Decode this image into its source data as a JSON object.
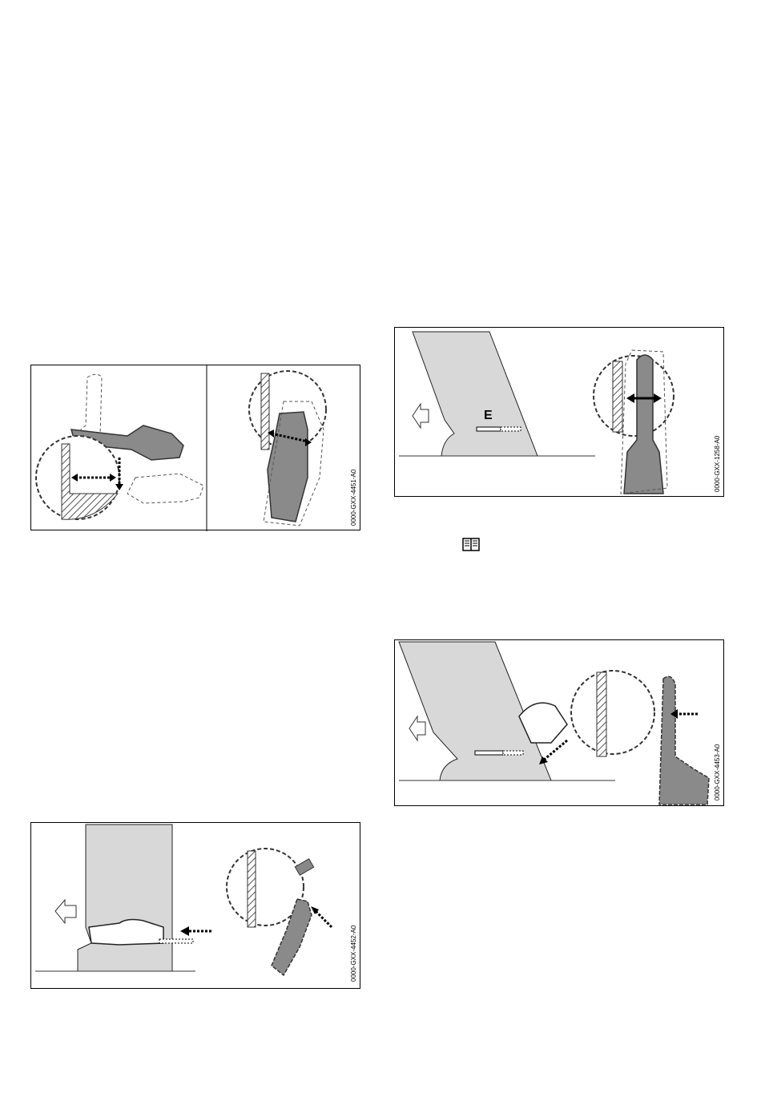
{
  "figures": [
    {
      "id": "fig1",
      "code": "0000-GXX-4451-A0"
    },
    {
      "id": "fig2",
      "code": "0000-GXX-1258-A0",
      "callout": "E"
    },
    {
      "id": "fig3",
      "code": "0000-GXX-4453-A0"
    },
    {
      "id": "fig4",
      "code": "0000-GXX-4452-A0"
    }
  ],
  "icons": {
    "manual": "book-icon"
  }
}
